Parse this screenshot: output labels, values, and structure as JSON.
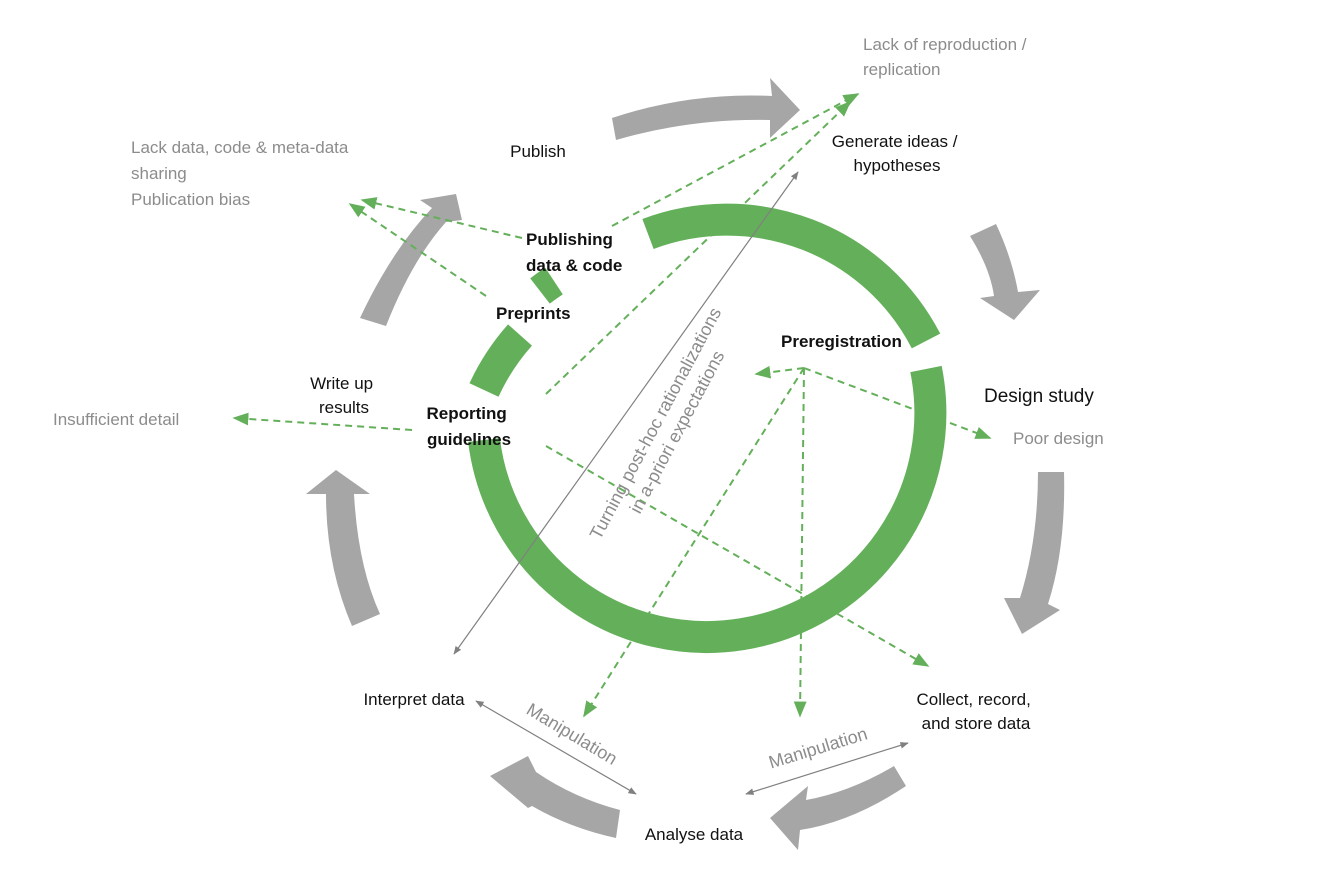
{
  "colors": {
    "cycle_arrow": "#a6a6a6",
    "safeguard_ring": "#64b05a",
    "problem_link": "#64b05a",
    "problem_text": "#8c8c8c",
    "stage_text": "#111111",
    "thin_link": "#808080"
  },
  "stages": {
    "generate": [
      "Generate ideas /",
      "hypotheses"
    ],
    "design": "Design study",
    "collect": [
      "Collect, record,",
      "and store data"
    ],
    "analyse": "Analyse data",
    "interpret": "Interpret data",
    "writeup": [
      "Write up",
      "results"
    ],
    "publish": "Publish"
  },
  "problems": {
    "reproduction": [
      "Lack of reproduction /",
      "replication"
    ],
    "sharing": [
      "Lack data, code & meta-data",
      "sharing",
      "Publication bias"
    ],
    "poor_design": "Poor design",
    "insufficient": "Insufficient detail",
    "manipulation_left": "Manipulation",
    "manipulation_right": "Manipulation",
    "harking": [
      "Turning post-hoc rationalizations",
      "in a-priori expectations"
    ]
  },
  "safeguards": {
    "publishing": [
      "Publishing",
      "data & code"
    ],
    "preprints": "Preprints",
    "preregistration": "Preregistration",
    "reporting": [
      "Reporting",
      "guidelines"
    ]
  }
}
